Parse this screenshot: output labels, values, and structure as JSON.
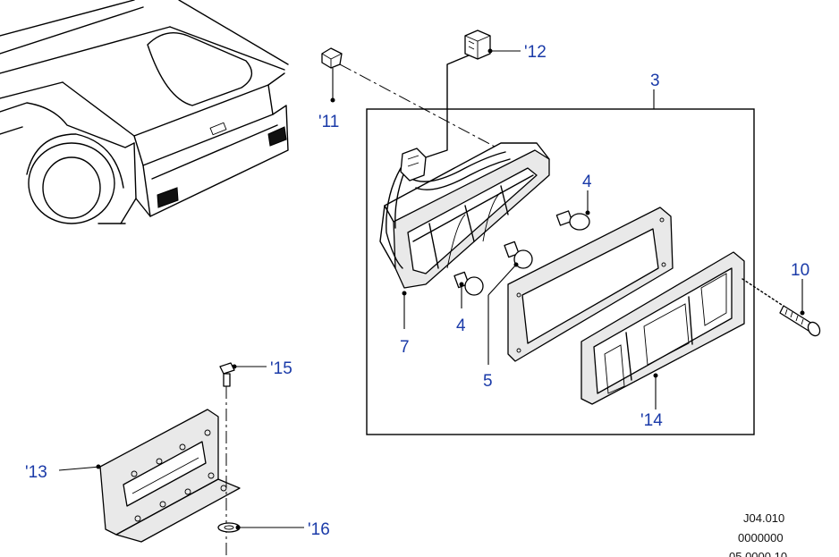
{
  "callouts": {
    "c3": "3",
    "c4a": "4",
    "c4b": "4",
    "c5": "5",
    "c7": "7",
    "c10": "10",
    "c11": "'11",
    "c12": "'12",
    "c13": "'13",
    "c14": "'14",
    "c15": "'15",
    "c16": "'16"
  },
  "reference": {
    "line1": "J04.010",
    "line2": "0000000",
    "line3": "05.0000.10"
  },
  "colors": {
    "callout_text": "#1a3aa8",
    "line_art": "#000000",
    "background": "#ffffff"
  }
}
